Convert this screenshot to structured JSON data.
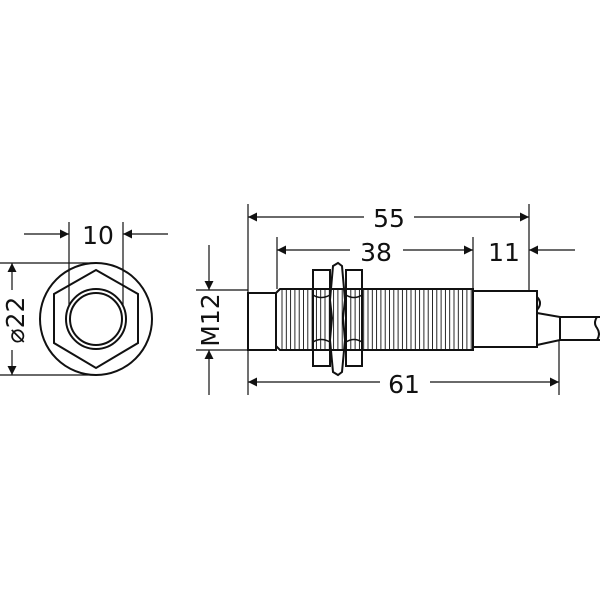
{
  "drawing": {
    "front_view": {
      "width_across_label": "10",
      "diameter_label": "⌀22"
    },
    "side_view": {
      "thread_label": "M12",
      "overall_body_label": "55",
      "thread_length_label": "38",
      "rear_length_label": "11",
      "total_length_label": "61"
    },
    "line_color": "#111111"
  }
}
